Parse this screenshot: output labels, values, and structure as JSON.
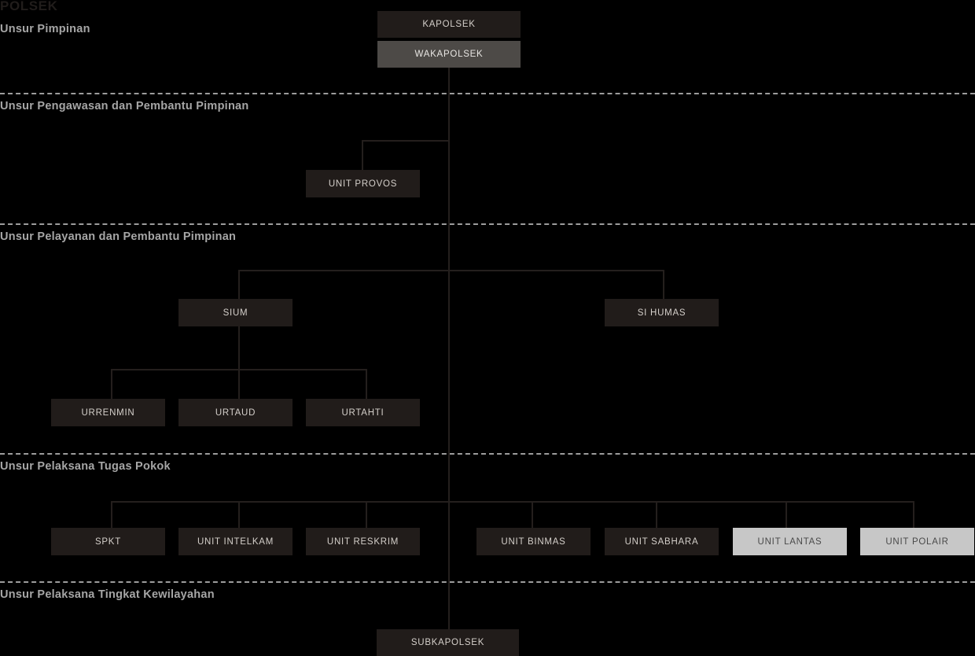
{
  "org_title": "POLSEK",
  "palette": {
    "background": "#000000",
    "node_dark": "#211c1a",
    "node_mid": "#4d4a47",
    "node_light": "#c7c7c7",
    "line": "#241f1d",
    "divider": "#9c9c9c",
    "section_label": "#a6a6a6"
  },
  "sections": [
    {
      "label": "Unsur Pimpinan"
    },
    {
      "label": "Unsur Pengawasan dan Pembantu Pimpinan"
    },
    {
      "label": "Unsur Pelayanan dan Pembantu Pimpinan"
    },
    {
      "label": "Unsur Pelaksana Tugas Pokok"
    },
    {
      "label": "Unsur Pelaksana Tingkat Kewilayahan"
    }
  ],
  "nodes": {
    "kapolsek": "KAPOLSEK",
    "wakapolsek": "WAKAPOLSEK",
    "unit_provos": "UNIT PROVOS",
    "sium": "SIUM",
    "si_humas": "SI HUMAS",
    "urrenmin": "URRENMIN",
    "urtaud": "URTAUD",
    "urtahti": "URTAHTI",
    "spkt": "SPKT",
    "unit_intelkam": "UNIT INTELKAM",
    "unit_reskrim": "UNIT RESKRIM",
    "unit_binmas": "UNIT BINMAS",
    "unit_sabhara": "UNIT SABHARA",
    "unit_lantas": "UNIT LANTAS",
    "unit_polair": "UNIT POLAIR",
    "subkapolsek": "SUBKAPOLSEK"
  },
  "chart_data": {
    "type": "diagram",
    "title": "POLSEK",
    "levels": [
      {
        "section": "Unsur Pimpinan",
        "nodes": [
          {
            "label": "KAPOLSEK",
            "style": "dark"
          },
          {
            "label": "WAKAPOLSEK",
            "style": "mid"
          }
        ]
      },
      {
        "section": "Unsur Pengawasan dan Pembantu Pimpinan",
        "nodes": [
          {
            "label": "UNIT PROVOS",
            "style": "dark"
          }
        ]
      },
      {
        "section": "Unsur Pelayanan dan Pembantu Pimpinan",
        "nodes": [
          {
            "label": "SIUM",
            "style": "dark"
          },
          {
            "label": "SI HUMAS",
            "style": "dark"
          },
          {
            "label": "URRENMIN",
            "style": "dark",
            "parent": "SIUM"
          },
          {
            "label": "URTAUD",
            "style": "dark",
            "parent": "SIUM"
          },
          {
            "label": "URTAHTI",
            "style": "dark",
            "parent": "SIUM"
          }
        ]
      },
      {
        "section": "Unsur Pelaksana Tugas Pokok",
        "nodes": [
          {
            "label": "SPKT",
            "style": "dark"
          },
          {
            "label": "UNIT INTELKAM",
            "style": "dark"
          },
          {
            "label": "UNIT RESKRIM",
            "style": "dark"
          },
          {
            "label": "UNIT BINMAS",
            "style": "dark"
          },
          {
            "label": "UNIT SABHARA",
            "style": "dark"
          },
          {
            "label": "UNIT LANTAS",
            "style": "light"
          },
          {
            "label": "UNIT POLAIR",
            "style": "light"
          }
        ]
      },
      {
        "section": "Unsur Pelaksana Tingkat Kewilayahan",
        "nodes": [
          {
            "label": "SUBKAPOLSEK",
            "style": "dark"
          }
        ]
      }
    ]
  }
}
